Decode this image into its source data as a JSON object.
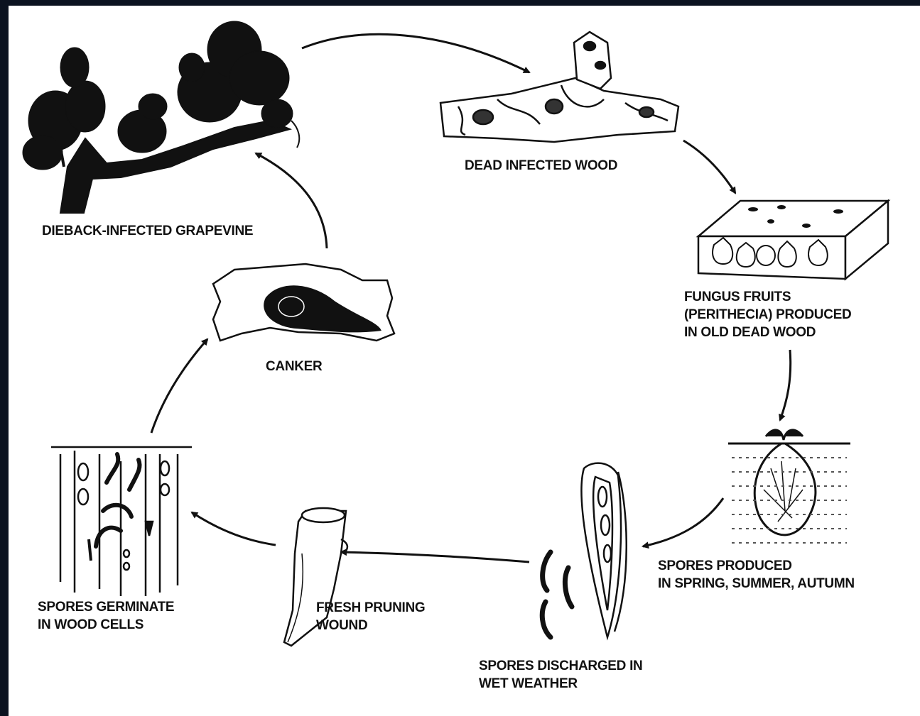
{
  "colors": {
    "ink": "#111111",
    "background": "#ffffff",
    "frame": "#0b1220"
  },
  "stages": {
    "grapevine": "DIEBACK-INFECTED GRAPEVINE",
    "dead_wood": "DEAD INFECTED WOOD",
    "fungus_fruits": [
      "FUNGUS FRUITS",
      "(PERITHECIA) PRODUCED",
      "IN OLD DEAD WOOD"
    ],
    "spores_produced": [
      "SPORES PRODUCED",
      "IN SPRING, SUMMER, AUTUMN"
    ],
    "spores_discharged": [
      "SPORES DISCHARGED IN",
      "WET WEATHER"
    ],
    "pruning_wound": [
      "FRESH PRUNING",
      "WOUND"
    ],
    "spores_germinate": [
      "SPORES GERMINATE",
      "IN WOOD CELLS"
    ],
    "canker": "CANKER"
  }
}
